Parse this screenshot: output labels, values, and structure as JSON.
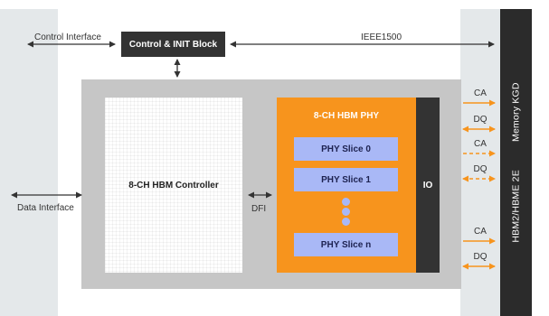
{
  "diagram": {
    "control_interface": "Control Interface",
    "control_init_block": "Control & INIT Block",
    "ieee": "IEEE1500",
    "data_interface": "Data Interface",
    "controller": "8-CH HBM Controller",
    "dfi": "DFI",
    "phy_title": "8-CH HBM PHY",
    "slices": [
      "PHY Slice 0",
      "PHY Slice 1",
      "PHY Slice n"
    ],
    "io": "IO",
    "memory_line1": "HBM2/HBME 2E",
    "memory_line2": "Memory KGD",
    "signals": [
      "CA",
      "DQ",
      "CA",
      "DQ",
      "CA",
      "DQ"
    ]
  },
  "colors": {
    "orange": "#f7941d",
    "slice_blue": "#a9b8f6",
    "dark": "#333333",
    "grey": "#c6c6c6",
    "panel": "#e4e8ea"
  }
}
